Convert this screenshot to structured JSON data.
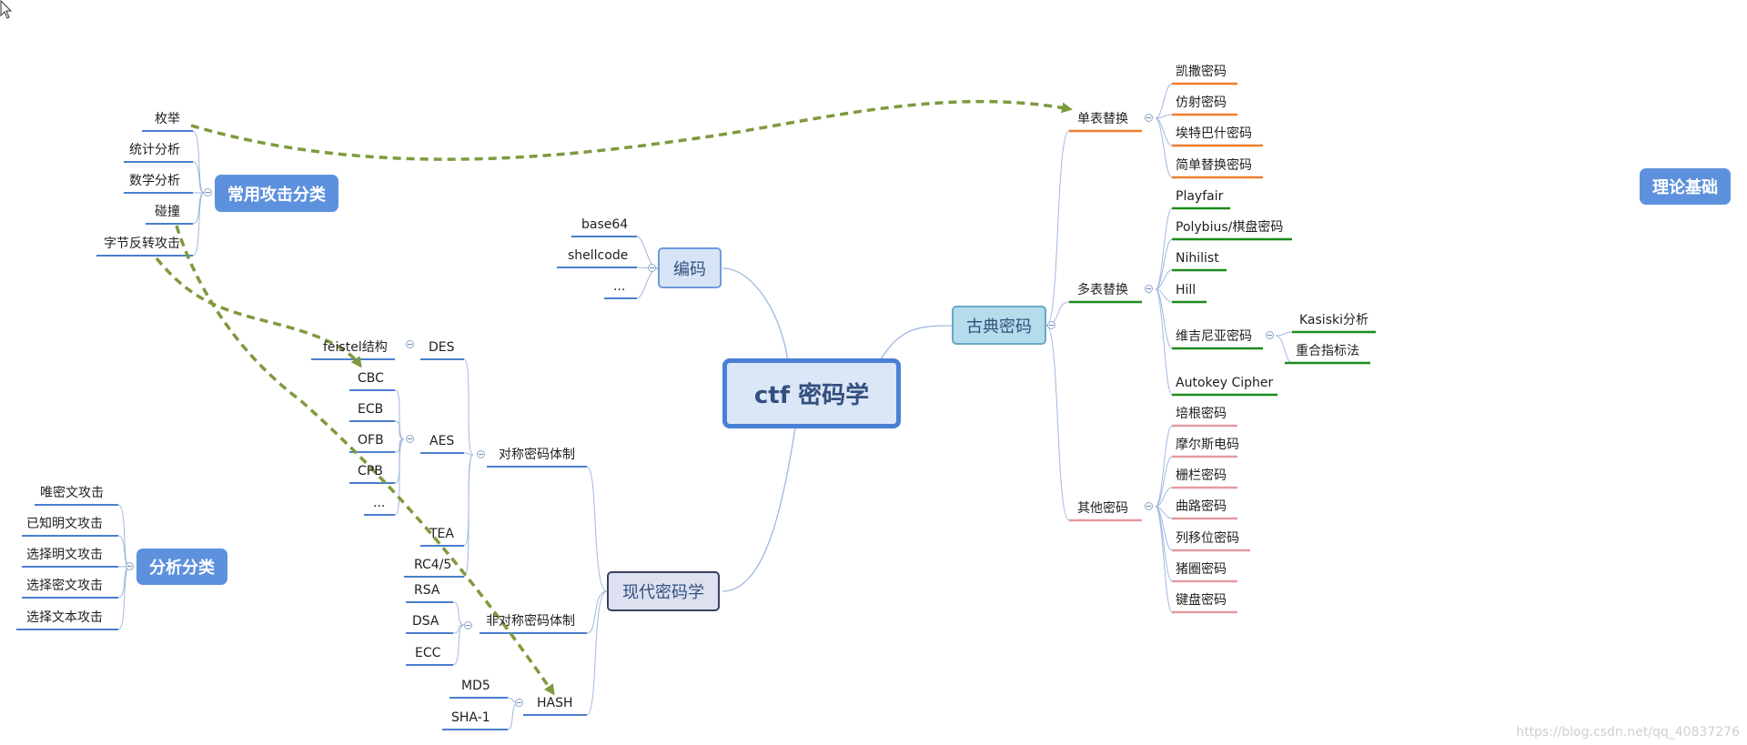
{
  "center": "ctf 密码学",
  "floating": {
    "theory": "理论基础",
    "common_attack": "常用攻击分类",
    "analysis": "分析分类"
  },
  "encoding": {
    "label": "编码",
    "children": [
      "base64",
      "shellcode",
      "..."
    ]
  },
  "classical": {
    "label": "古典密码",
    "mono": {
      "label": "单表替换",
      "children": [
        "凯撒密码",
        "仿射密码",
        "埃特巴什密码",
        "简单替换密码"
      ]
    },
    "poly": {
      "label": "多表替换",
      "children": [
        "Playfair",
        "Polybius/棋盘密码",
        "Nihilist",
        "Hill",
        "维吉尼亚密码",
        "Autokey Cipher"
      ]
    },
    "vigenere": [
      "Kasiski分析",
      "重合指标法"
    ],
    "other": {
      "label": "其他密码",
      "children": [
        "培根密码",
        "摩尔斯电码",
        "栅栏密码",
        "曲路密码",
        "列移位密码",
        "猪圈密码",
        "键盘密码"
      ]
    }
  },
  "modern": {
    "label": "现代密码学",
    "symmetric": {
      "label": "对称密码体制",
      "des": "DES",
      "des_child": "feistel结构",
      "aes": "AES",
      "aes_children": [
        "CBC",
        "ECB",
        "OFB",
        "CPB",
        "..."
      ],
      "tea": "TEA",
      "rc": "RC4/5"
    },
    "asymmetric": {
      "label": "非对称密码体制",
      "children": [
        "RSA",
        "DSA",
        "ECC"
      ]
    },
    "hash": {
      "label": "HASH",
      "children": [
        "MD5",
        "SHA-1"
      ]
    }
  },
  "attacks": [
    "枚举",
    "统计分析",
    "数学分析",
    "碰撞",
    "字节反转攻击"
  ],
  "analysis_items": [
    "唯密文攻击",
    "已知明文攻击",
    "选择明文攻击",
    "选择密文攻击",
    "选择文本攻击"
  ],
  "watermark": "https://blog.csdn.net/qq_40837276",
  "colors": {
    "mono": "#f07f2c",
    "poly": "#1c8a1c",
    "other": "#e59aa0",
    "blue": "#4a7fcd",
    "link": "#9fb8df",
    "arrow": "#7e9a3e"
  }
}
